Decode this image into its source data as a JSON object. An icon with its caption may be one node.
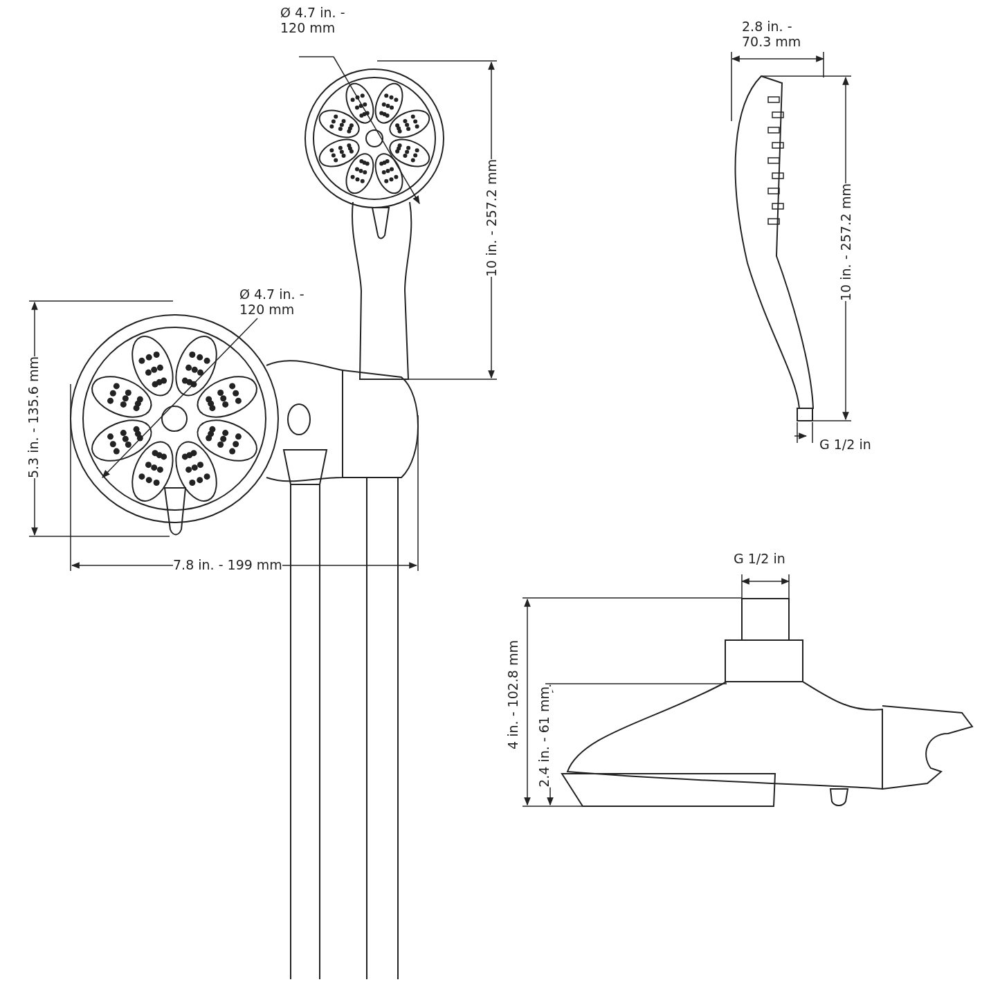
{
  "diagram": {
    "labels": [
      "Ø 4.7 in. - 120 mm",
      "2.8 in. - 70.3 mm",
      "10 in. - 257.2 mm",
      "10 in. - 257.2 mm",
      "Ø 4.7 in. - 120 mm",
      "5.3 in. - 135.6 mm",
      "G 1/2 in",
      "7.8 in. - 199 mm",
      "G 1/2 in",
      "4 in. - 102.8 mm",
      "2.4 in. - 61 mm"
    ]
  }
}
